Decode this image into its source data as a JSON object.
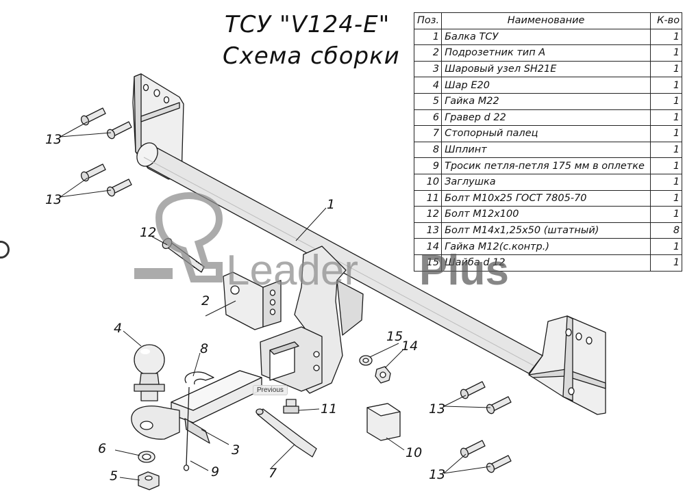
{
  "title": {
    "line1": "ТСУ \"V124-E\"",
    "line2": "Схема сборки"
  },
  "table": {
    "headers": {
      "pos": "Поз.",
      "name": "Наименование",
      "qty": "К-во"
    },
    "rows": [
      {
        "pos": "1",
        "name": "Балка ТСУ",
        "qty": "1"
      },
      {
        "pos": "2",
        "name": "Подрозетник тип А",
        "qty": "1"
      },
      {
        "pos": "3",
        "name": "Шаровый узел SH21E",
        "qty": "1"
      },
      {
        "pos": "4",
        "name": "Шар Е20",
        "qty": "1"
      },
      {
        "pos": "5",
        "name": "Гайка М22",
        "qty": "1"
      },
      {
        "pos": "6",
        "name": "Гравер d 22",
        "qty": "1"
      },
      {
        "pos": "7",
        "name": "Стопорный палец",
        "qty": "1"
      },
      {
        "pos": "8",
        "name": "Шплинт",
        "qty": "1"
      },
      {
        "pos": "9",
        "name": "Тросик петля-петля 175 мм в оплетке",
        "qty": "1"
      },
      {
        "pos": "10",
        "name": "Заглушка",
        "qty": "1"
      },
      {
        "pos": "11",
        "name": "Болт М10х25 ГОСТ 7805-70",
        "qty": "1"
      },
      {
        "pos": "12",
        "name": "Болт М12х100",
        "qty": "1"
      },
      {
        "pos": "13",
        "name": "Болт М14х1,25х50 (штатный)",
        "qty": "8"
      },
      {
        "pos": "14",
        "name": "Гайка М12(с.контр.)",
        "qty": "1"
      },
      {
        "pos": "15",
        "name": "Шайба d 12",
        "qty": "1"
      }
    ]
  },
  "callouts": {
    "c1": "1",
    "c2": "2",
    "c3": "3",
    "c4": "4",
    "c5": "5",
    "c6": "6",
    "c7": "7",
    "c8": "8",
    "c9": "9",
    "c10": "10",
    "c11": "11",
    "c12": "12",
    "c13a": "13",
    "c13b": "13",
    "c13c": "13",
    "c13d": "13",
    "c14": "14",
    "c15": "15"
  },
  "watermark": {
    "word1": "Leader",
    "word2": "Plus"
  },
  "tooltip": "Previous",
  "colors": {
    "line": "#1a1a1a",
    "part_fill": "#e9e9e9",
    "watermark": "#8c8c8c",
    "watermark_dark": "#5a5a5a"
  }
}
